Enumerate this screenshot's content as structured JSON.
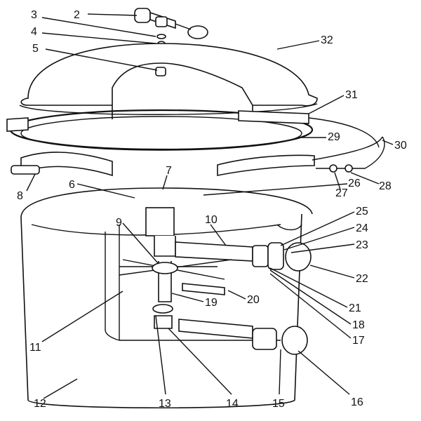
{
  "diagram": {
    "labels": [
      "2",
      "3",
      "4",
      "5",
      "32",
      "31",
      "29",
      "30",
      "7",
      "26",
      "6",
      "8",
      "27",
      "28",
      "9",
      "10",
      "25",
      "24",
      "23",
      "22",
      "11",
      "19",
      "20",
      "21",
      "18",
      "17",
      "13",
      "14",
      "15",
      "16",
      "12"
    ]
  }
}
